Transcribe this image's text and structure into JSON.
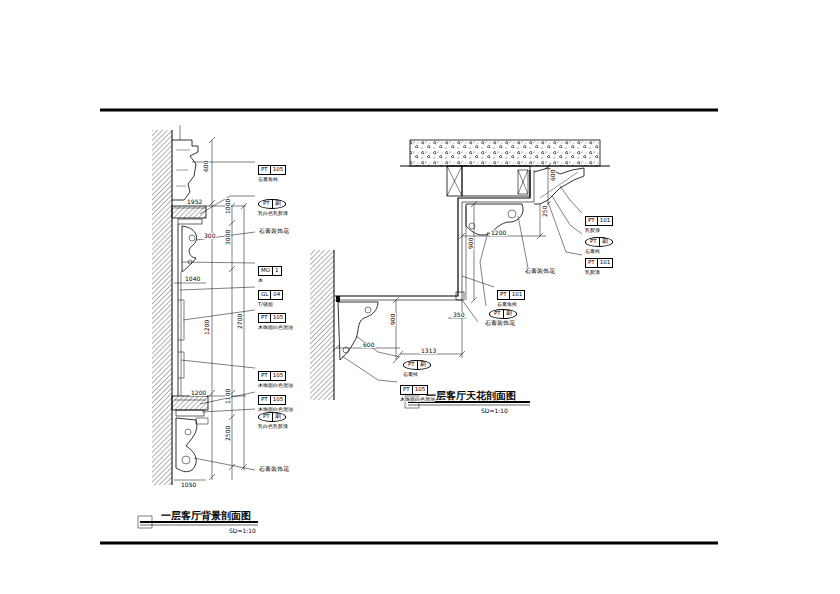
{
  "diagram": {
    "nodes": [
      {
        "text": [
          "PT",
          "105",
          "石膏角线"
        ]
      },
      {
        "text": [
          "PT",
          "刷",
          "乳白色乳胶漆"
        ]
      },
      {
        "text": [
          "MO",
          "1",
          "木"
        ]
      },
      {
        "text": [
          "GL",
          "04",
          "T/镜面"
        ]
      },
      {
        "text": [
          "PT",
          "105",
          "木饰面白色混油"
        ]
      },
      {
        "text": [
          "PT",
          "105",
          "木饰面白色混油"
        ]
      },
      {
        "text": [
          "PT",
          "105",
          "木饰面白色混油"
        ]
      },
      {
        "text": [
          "PT",
          "刷",
          "乳白色乳胶漆"
        ]
      },
      {
        "text": [
          "PT",
          "101",
          "乳胶漆"
        ]
      },
      {
        "text": [
          "PT",
          "刷",
          "石膏线"
        ]
      },
      {
        "text": [
          "PT",
          "101",
          "乳胶漆"
        ]
      },
      {
        "text": [
          "PT",
          "101",
          "石膏角线"
        ]
      },
      {
        "text": [
          "PT",
          "刷",
          "木纹砖"
        ]
      },
      {
        "text": [
          "PT",
          "刷",
          "石膏线"
        ]
      },
      {
        "text": [
          "PT",
          "105",
          "木饰面白色混油"
        ]
      }
    ],
    "labels": [
      "一层客厅背景剖面图",
      "SD=1:10",
      "一层客厅天花剖面图",
      "SD=1:10",
      "600",
      "1952",
      "1000",
      "300",
      "3000",
      "1040",
      "1200",
      "2700",
      "1200",
      "1100",
      "2500",
      "1050",
      "600",
      "250",
      "1200",
      "350",
      "900",
      "600",
      "1313",
      "900",
      "石膏装饰花",
      "石膏装饰花",
      "石膏装饰花",
      "石膏装饰花"
    ]
  }
}
